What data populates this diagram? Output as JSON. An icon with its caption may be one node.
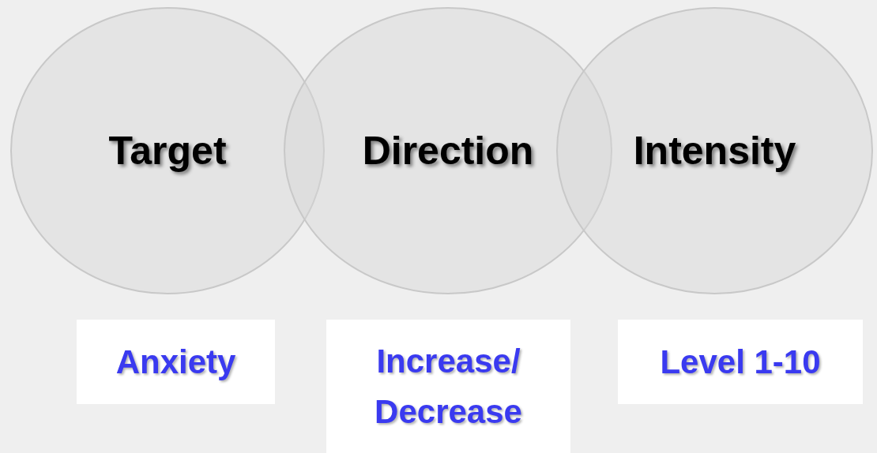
{
  "diagram": {
    "nodes": [
      {
        "text": [
          "Target"
        ]
      },
      {
        "text": [
          "Direction"
        ]
      },
      {
        "text": [
          "Intensity"
        ]
      },
      {
        "text": [
          "Anxiety"
        ]
      },
      {
        "text": [
          "Increase/ Decrease"
        ]
      },
      {
        "text": [
          "Level 1-10"
        ]
      }
    ]
  }
}
